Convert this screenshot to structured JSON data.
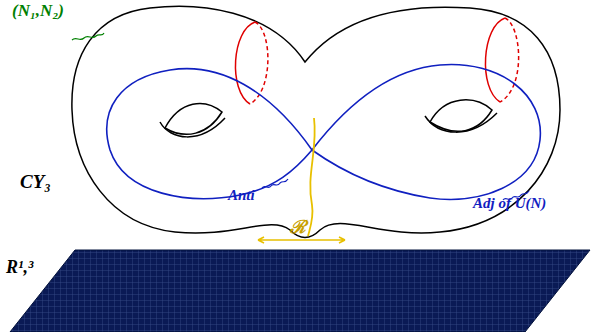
{
  "diagram": {
    "labels": [
      "(N₁,N₂)",
      "CY₃",
      "Anti",
      "Adj of U(N)",
      "ℛ",
      "R¹,³"
    ]
  }
}
